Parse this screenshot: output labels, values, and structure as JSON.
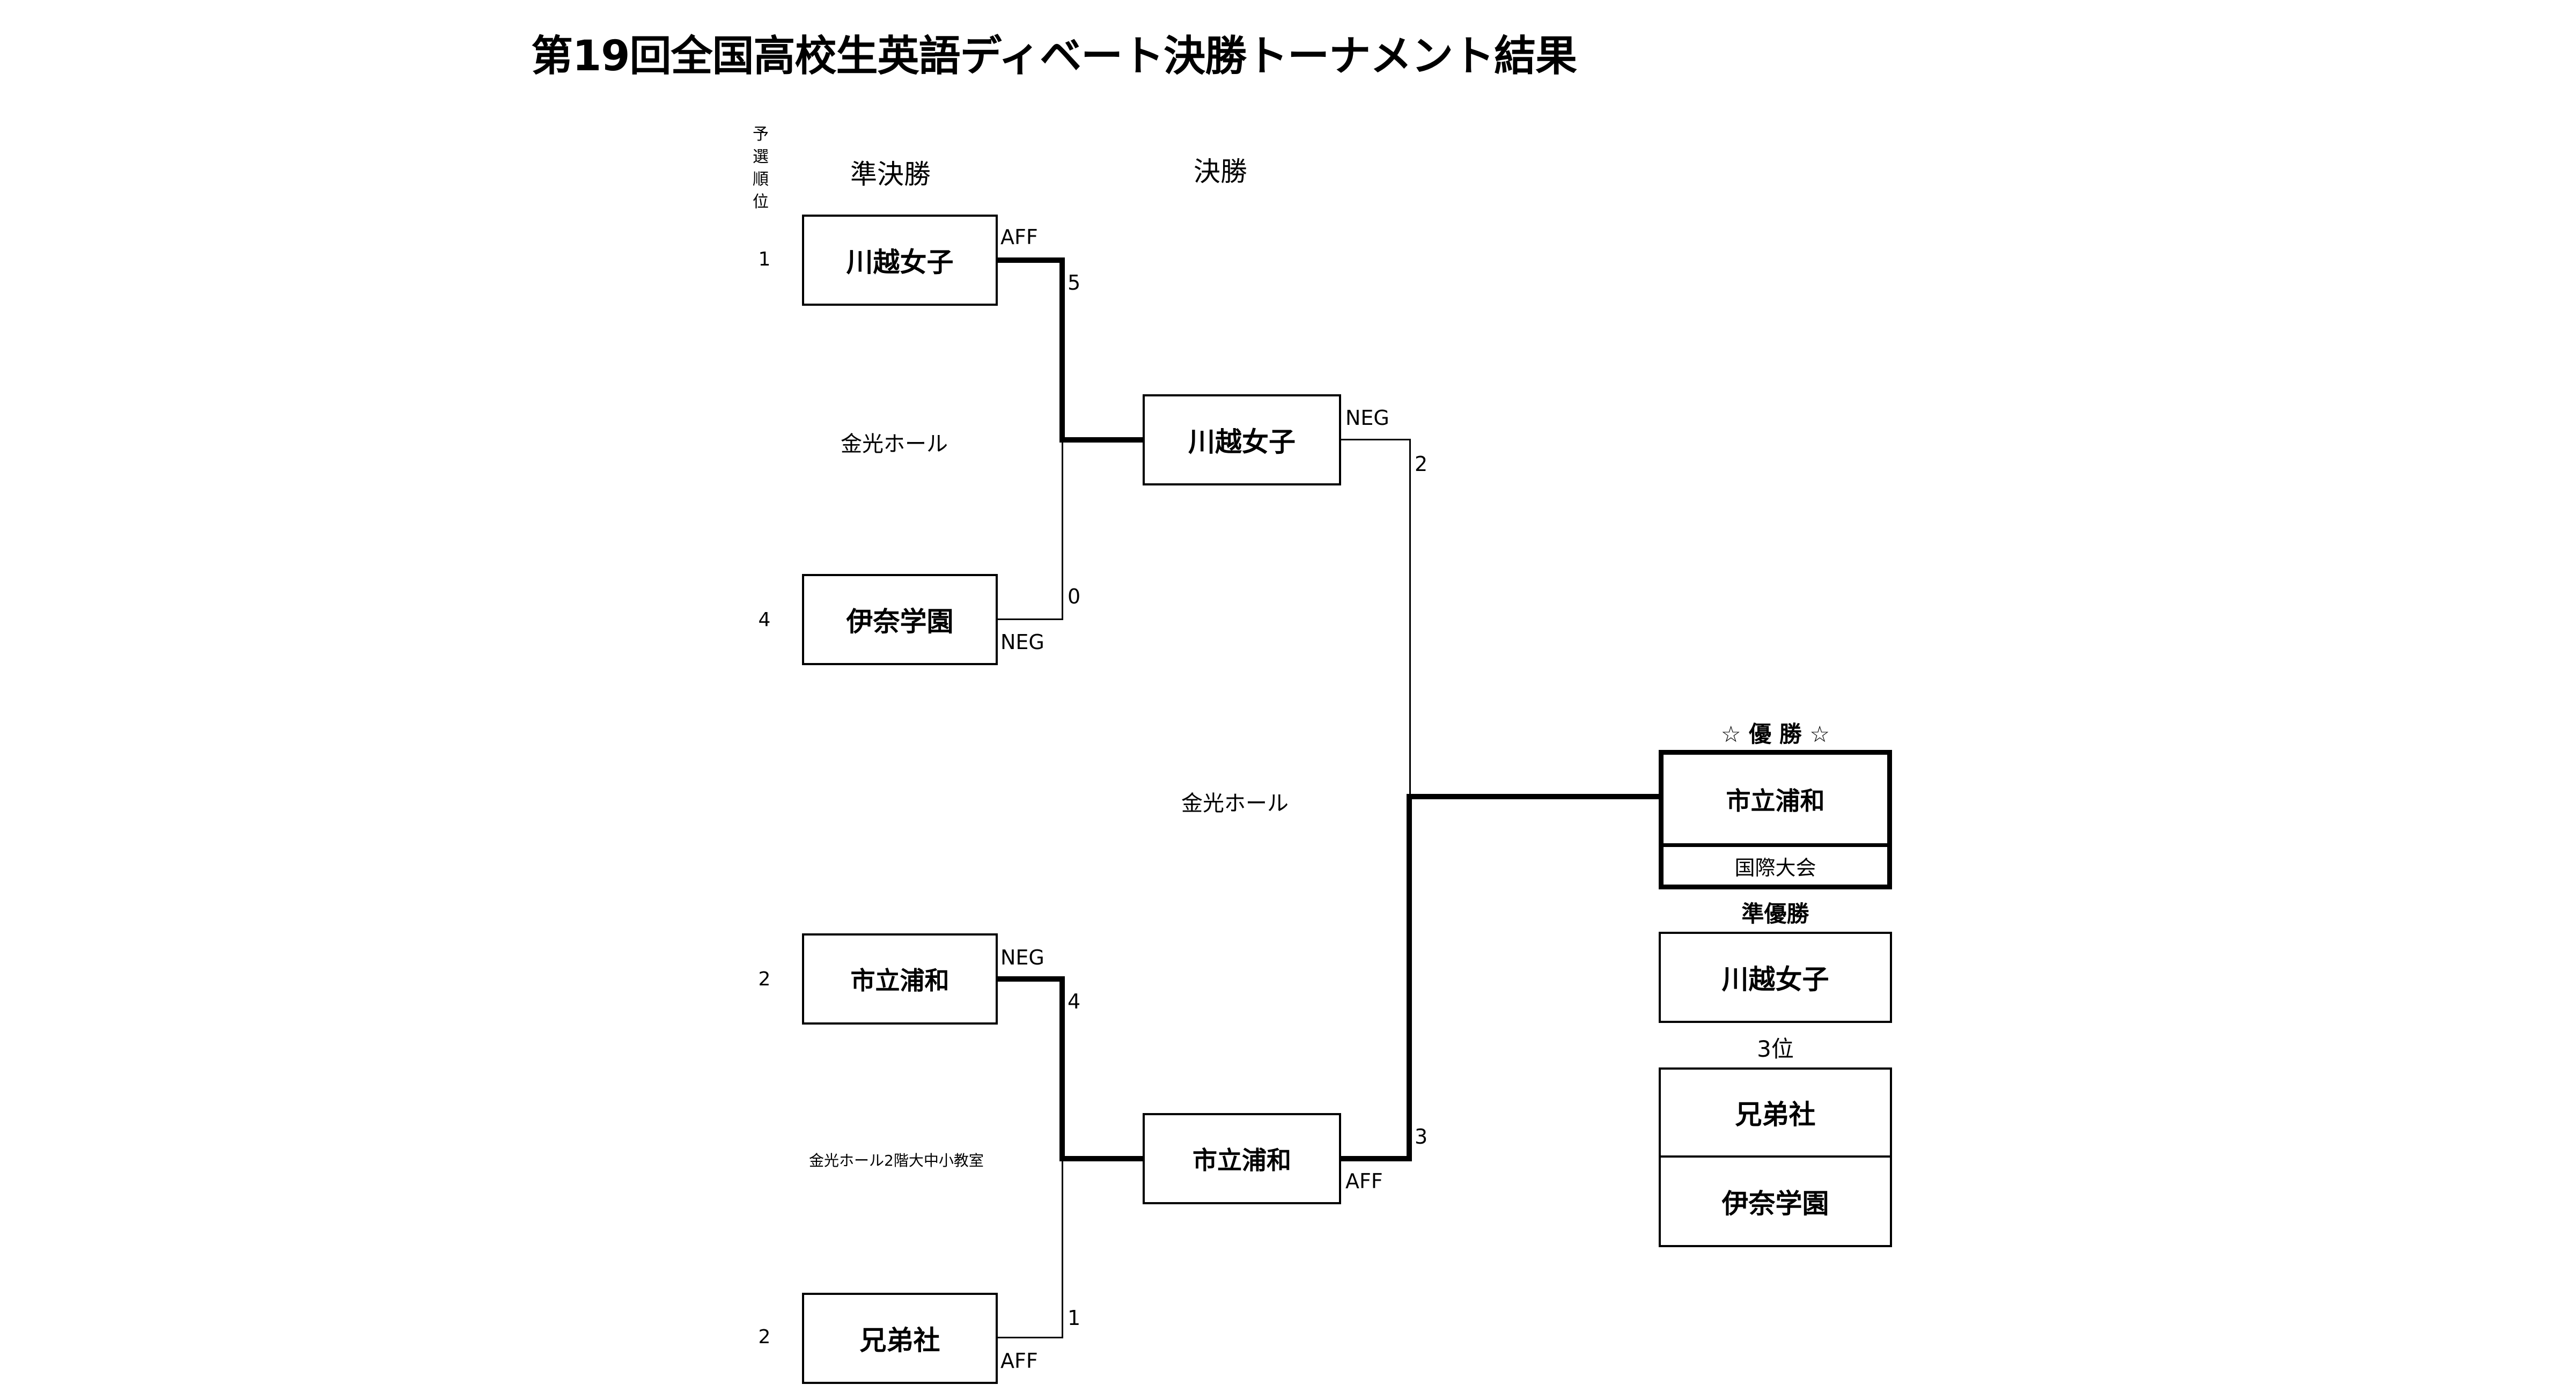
{
  "title": "第19回全国高校生英語ディベート決勝トーナメント結果",
  "headers": {
    "seed_label": "予選順位",
    "semifinal": "準決勝",
    "final": "決勝"
  },
  "semifinals": [
    {
      "venue": "金光ホール",
      "top": {
        "seed": "1",
        "team": "川越女子",
        "side": "AFF",
        "score": "5"
      },
      "bottom": {
        "seed": "4",
        "team": "伊奈学園",
        "side": "NEG",
        "score": "0"
      }
    },
    {
      "venue": "金光ホール2階大中小教室",
      "top": {
        "seed": "2",
        "team": "市立浦和",
        "side": "NEG",
        "score": "4"
      },
      "bottom": {
        "seed": "2",
        "team": "兄弟社",
        "side": "AFF",
        "score": "1"
      }
    }
  ],
  "final": {
    "venue": "金光ホール",
    "top": {
      "team": "川越女子",
      "side": "NEG",
      "score": "2"
    },
    "bottom": {
      "team": "市立浦和",
      "side": "AFF",
      "score": "3"
    }
  },
  "results": {
    "champion_label": "☆ 優 勝 ☆",
    "champion": "市立浦和",
    "champion_note": "国際大会",
    "runner_up_label": "準優勝",
    "runner_up": "川越女子",
    "third_label": "3位",
    "third": [
      "兄弟社",
      "伊奈学園"
    ]
  }
}
